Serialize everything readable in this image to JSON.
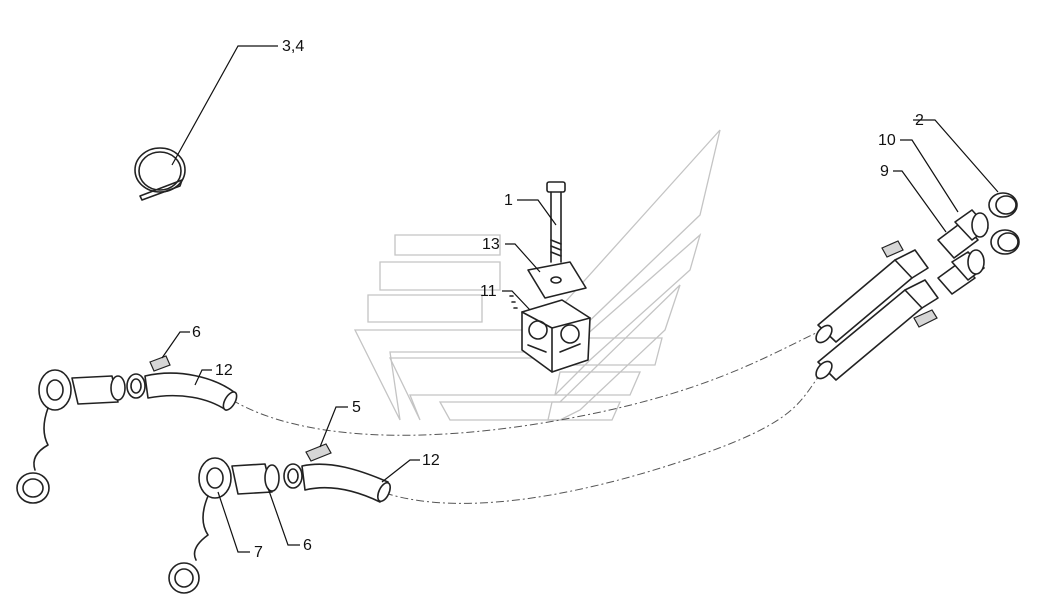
{
  "diagram": {
    "labels": {
      "l34": "3,4",
      "l1": "1",
      "l13": "13",
      "l11": "11",
      "l2": "2",
      "l10": "10",
      "l9": "9",
      "l6a": "6",
      "l12a": "12",
      "l5": "5",
      "l12b": "12",
      "l7": "7",
      "l6b": "6"
    }
  }
}
